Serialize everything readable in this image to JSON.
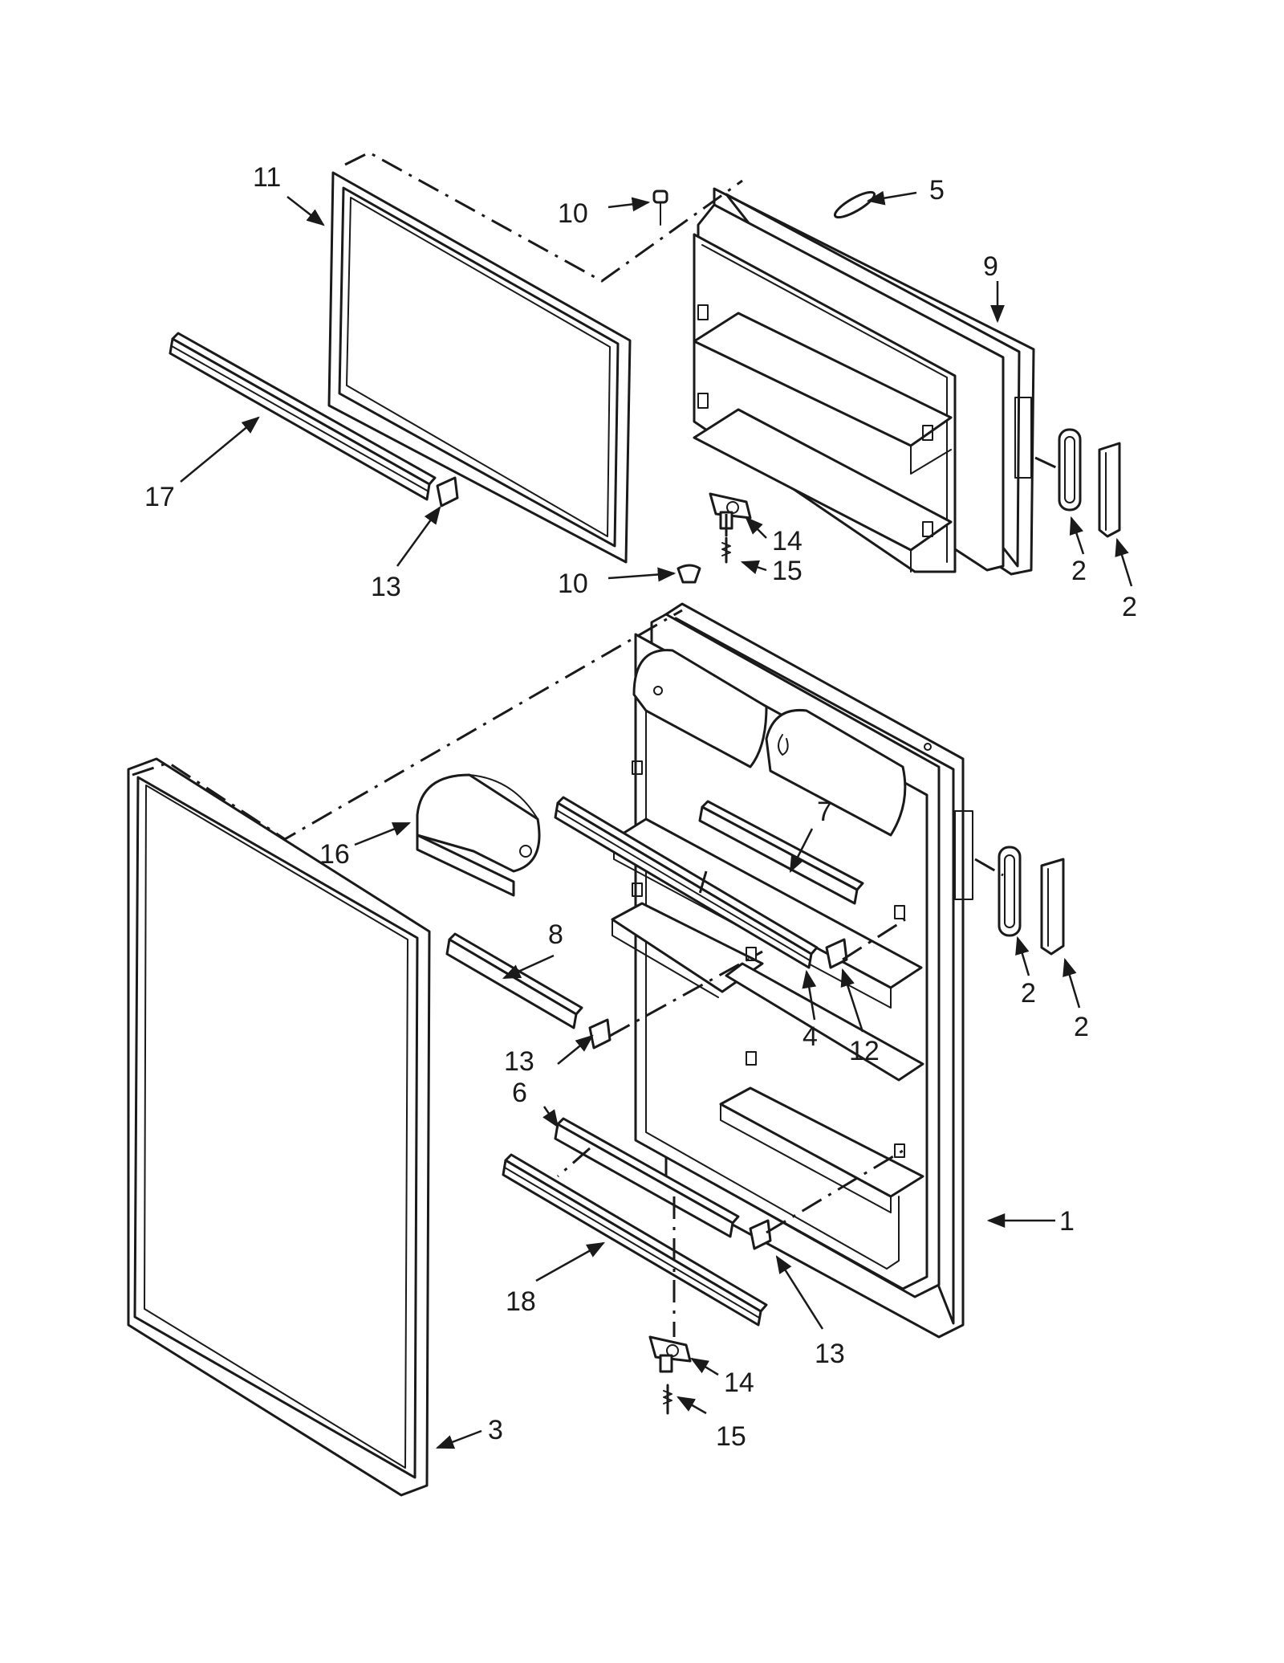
{
  "callouts": {
    "c1": "1",
    "c2a": "2",
    "c2b": "2",
    "c2c": "2",
    "c2d": "2",
    "c3": "3",
    "c4": "4",
    "c5": "5",
    "c6": "6",
    "c7": "7",
    "c8": "8",
    "c9": "9",
    "c10a": "10",
    "c10b": "10",
    "c11": "11",
    "c12": "12",
    "c13a": "13",
    "c13b": "13",
    "c13c": "13",
    "c14a": "14",
    "c14b": "14",
    "c15a": "15",
    "c15b": "15",
    "c16": "16",
    "c17": "17",
    "c18": "18"
  }
}
